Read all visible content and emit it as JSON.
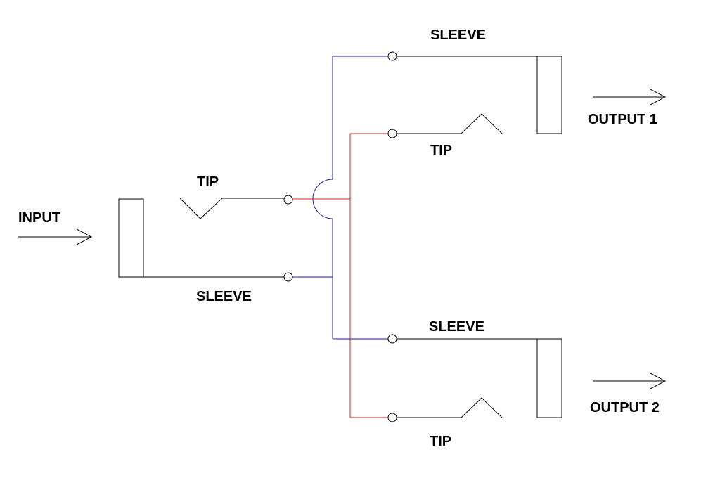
{
  "labels": {
    "input": "INPUT",
    "output_1": "OUTPUT 1",
    "output_2": "OUTPUT 2",
    "input_tip": "TIP",
    "input_sleeve": "SLEEVE",
    "out1_sleeve": "SLEEVE",
    "out1_tip": "TIP",
    "out2_sleeve": "SLEEVE",
    "out2_tip": "TIP"
  },
  "colors": {
    "background": "#ffffff",
    "outline": "#000000",
    "tip_wire": "#cc2222",
    "sleeve_wire": "#1a1aa8"
  }
}
